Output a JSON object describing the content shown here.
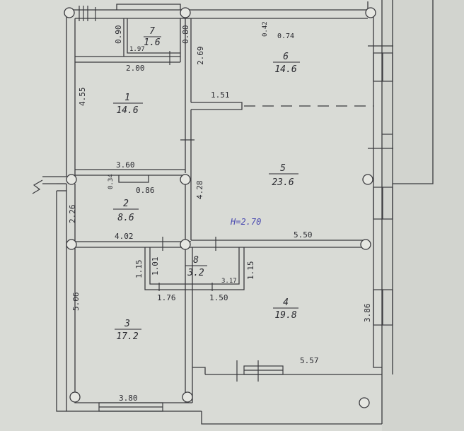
{
  "rooms": [
    {
      "id": "1",
      "area": "14.6"
    },
    {
      "id": "2",
      "area": "8.6"
    },
    {
      "id": "3",
      "area": "17.2"
    },
    {
      "id": "4",
      "area": "19.8"
    },
    {
      "id": "5",
      "area": "23.6"
    },
    {
      "id": "6",
      "area": "14.6"
    },
    {
      "id": "7",
      "area": "1.6"
    },
    {
      "id": "8",
      "area": "3.2"
    }
  ],
  "dimensions": {
    "r1_top": "2.00",
    "r1_left": "4.55",
    "r1_bottom": "3.60",
    "r7_left": "0.90",
    "r7_right": "0.80",
    "r7_bottom": "1.97",
    "r6_small1": "0.42",
    "r6_small2": "0.74",
    "r6_left": "2.69",
    "partition": "1.51",
    "r2_left": "2.26",
    "r2_door": "0.34",
    "r2_top": "0.86",
    "r2_bottom": "4.02",
    "corridor_right": "4.28",
    "r5_bottom": "5.50",
    "r8_left_outer": "1.15",
    "r8_left_inner": "1.01",
    "r8_right": "1.15",
    "r8_bottom_right": "3.17",
    "r3_top": "1.76",
    "r4_top": "1.50",
    "r3_left": "5.06",
    "r3_bottom": "3.80",
    "r4_right": "3.86",
    "r4_bottom": "5.57"
  },
  "ceiling_height": "H=2.70",
  "colors": {
    "paper": "#d9dbd6",
    "ink": "#3a3a3e",
    "pen_blue": "#4a4ab0"
  }
}
